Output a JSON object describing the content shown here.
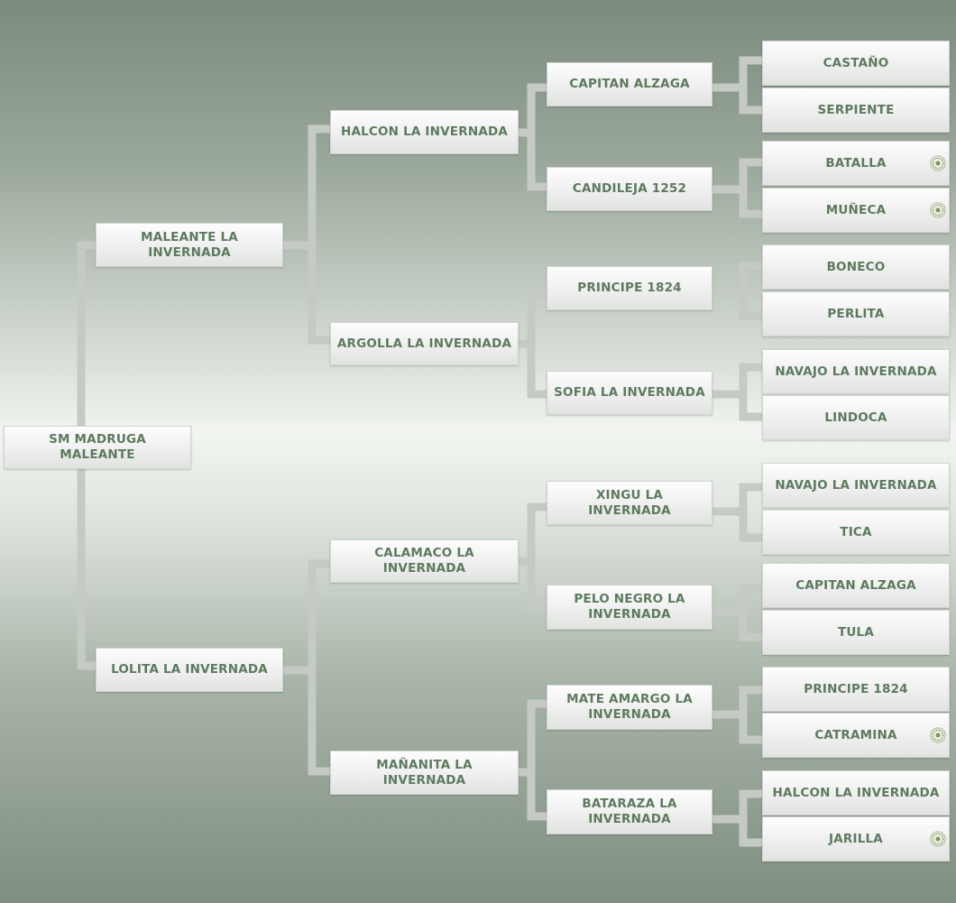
{
  "subject": "SM MADRUGA MALEANTE",
  "parents": {
    "sire": "MALEANTE LA INVERNADA",
    "dam": "LOLITA LA INVERNADA"
  },
  "grandparents": {
    "sire_sire": "HALCON LA INVERNADA",
    "sire_dam": "ARGOLLA LA INVERNADA",
    "dam_sire": "CALAMACO LA INVERNADA",
    "dam_dam": "MAÑANITA LA INVERNADA"
  },
  "great_grandparents": {
    "g1": "CAPITAN ALZAGA",
    "g2": "CANDILEJA 1252",
    "g3": "PRINCIPE 1824",
    "g4": "SOFIA LA INVERNADA",
    "g5": "XINGU LA INVERNADA",
    "g6": "PELO NEGRO LA INVERNADA",
    "g7": "MATE AMARGO LA INVERNADA",
    "g8": "BATARAZA LA INVERNADA"
  },
  "gg_grandparents": {
    "a1": "CASTAÑO",
    "a2": "SERPIENTE",
    "a3": "BATALLA",
    "a4": "MUÑECA",
    "a5": "BONECO",
    "a6": "PERLITA",
    "a7": "NAVAJO LA INVERNADA",
    "a8": "LINDOCA",
    "a9": "NAVAJO LA INVERNADA",
    "a10": "TICA",
    "a11": "CAPITAN ALZAGA",
    "a12": "TULA",
    "a13": "PRINCIPE 1824",
    "a14": "CATRAMINA",
    "a15": "HALCON LA INVERNADA",
    "a16": "JARILLA"
  },
  "emblem_icon": "rosette-seal-icon",
  "colors": {
    "text": "#5d7a5e",
    "connector": "#c5cac4"
  }
}
